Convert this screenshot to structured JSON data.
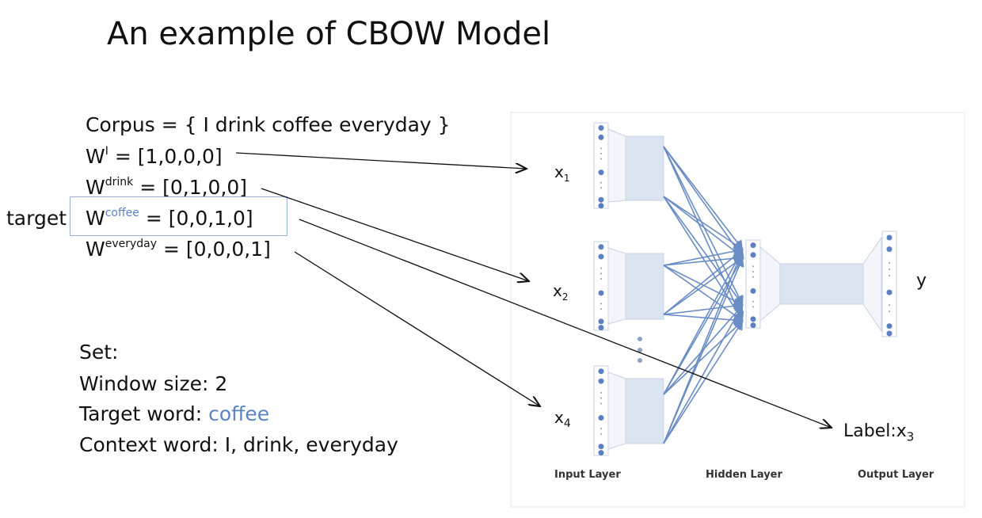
{
  "title": "An example of CBOW Model",
  "corpus": "Corpus = { I drink coffee everyday }",
  "vectors": [
    {
      "base": "W",
      "sup": "I",
      "value": " = [1,0,0,0]"
    },
    {
      "base": "W",
      "sup": "drink",
      "value": " = [0,1,0,0]"
    },
    {
      "base": "W",
      "sup": "coffee",
      "value": " = [0,0,1,0]"
    },
    {
      "base": "W",
      "sup": "everyday",
      "value": " = [0,0,0,1]"
    }
  ],
  "target_label": "target",
  "settings": {
    "heading": "Set:",
    "window": "Window size: 2",
    "target_prefix": "Target word: ",
    "target_word": "coffee",
    "context": "Context word: I, drink, everyday"
  },
  "diagram": {
    "x1": "x",
    "x1_sub": "1",
    "x2": "x",
    "x2_sub": "2",
    "x4": "x",
    "x4_sub": "4",
    "y": "y",
    "label": "Label:x",
    "label_sub": "3",
    "layers": [
      "Input Layer",
      "Hidden Layer",
      "Output Layer"
    ]
  },
  "colors": {
    "accent": "#5b84c4",
    "node": "#5b7fc0",
    "box": "#dbe5f2"
  }
}
